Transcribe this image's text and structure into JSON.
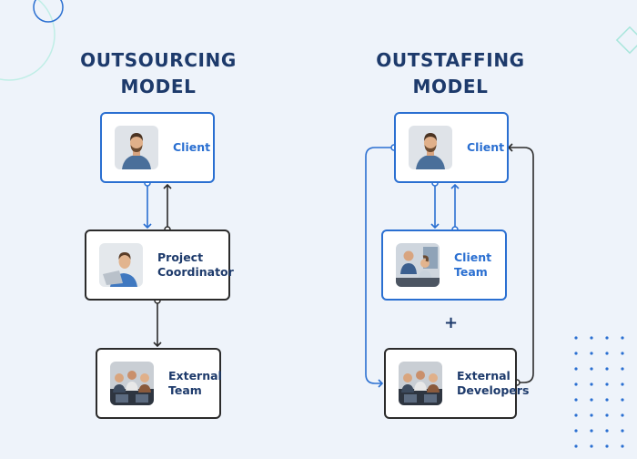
{
  "outsourcing": {
    "title_line1": "OUTSOURCING",
    "title_line2": "MODEL",
    "client_label": "Client",
    "coordinator_label_line1": "Project",
    "coordinator_label_line2": "Coordinator",
    "external_team_label_line1": "External",
    "external_team_label_line2": "Team"
  },
  "outstaffing": {
    "title_line1": "OUTSTAFFING",
    "title_line2": "MODEL",
    "client_label": "Client",
    "client_team_label_line1": "Client",
    "client_team_label_line2": "Team",
    "plus_sign": "+",
    "external_devs_label_line1": "External",
    "external_devs_label_line2": "Developers"
  },
  "colors": {
    "background": "#eef3fa",
    "heading": "#1d3a6b",
    "blue_accent": "#2a6fd1",
    "dark_border": "#2b2b2b",
    "deco_teal": "#a8e6dc"
  }
}
